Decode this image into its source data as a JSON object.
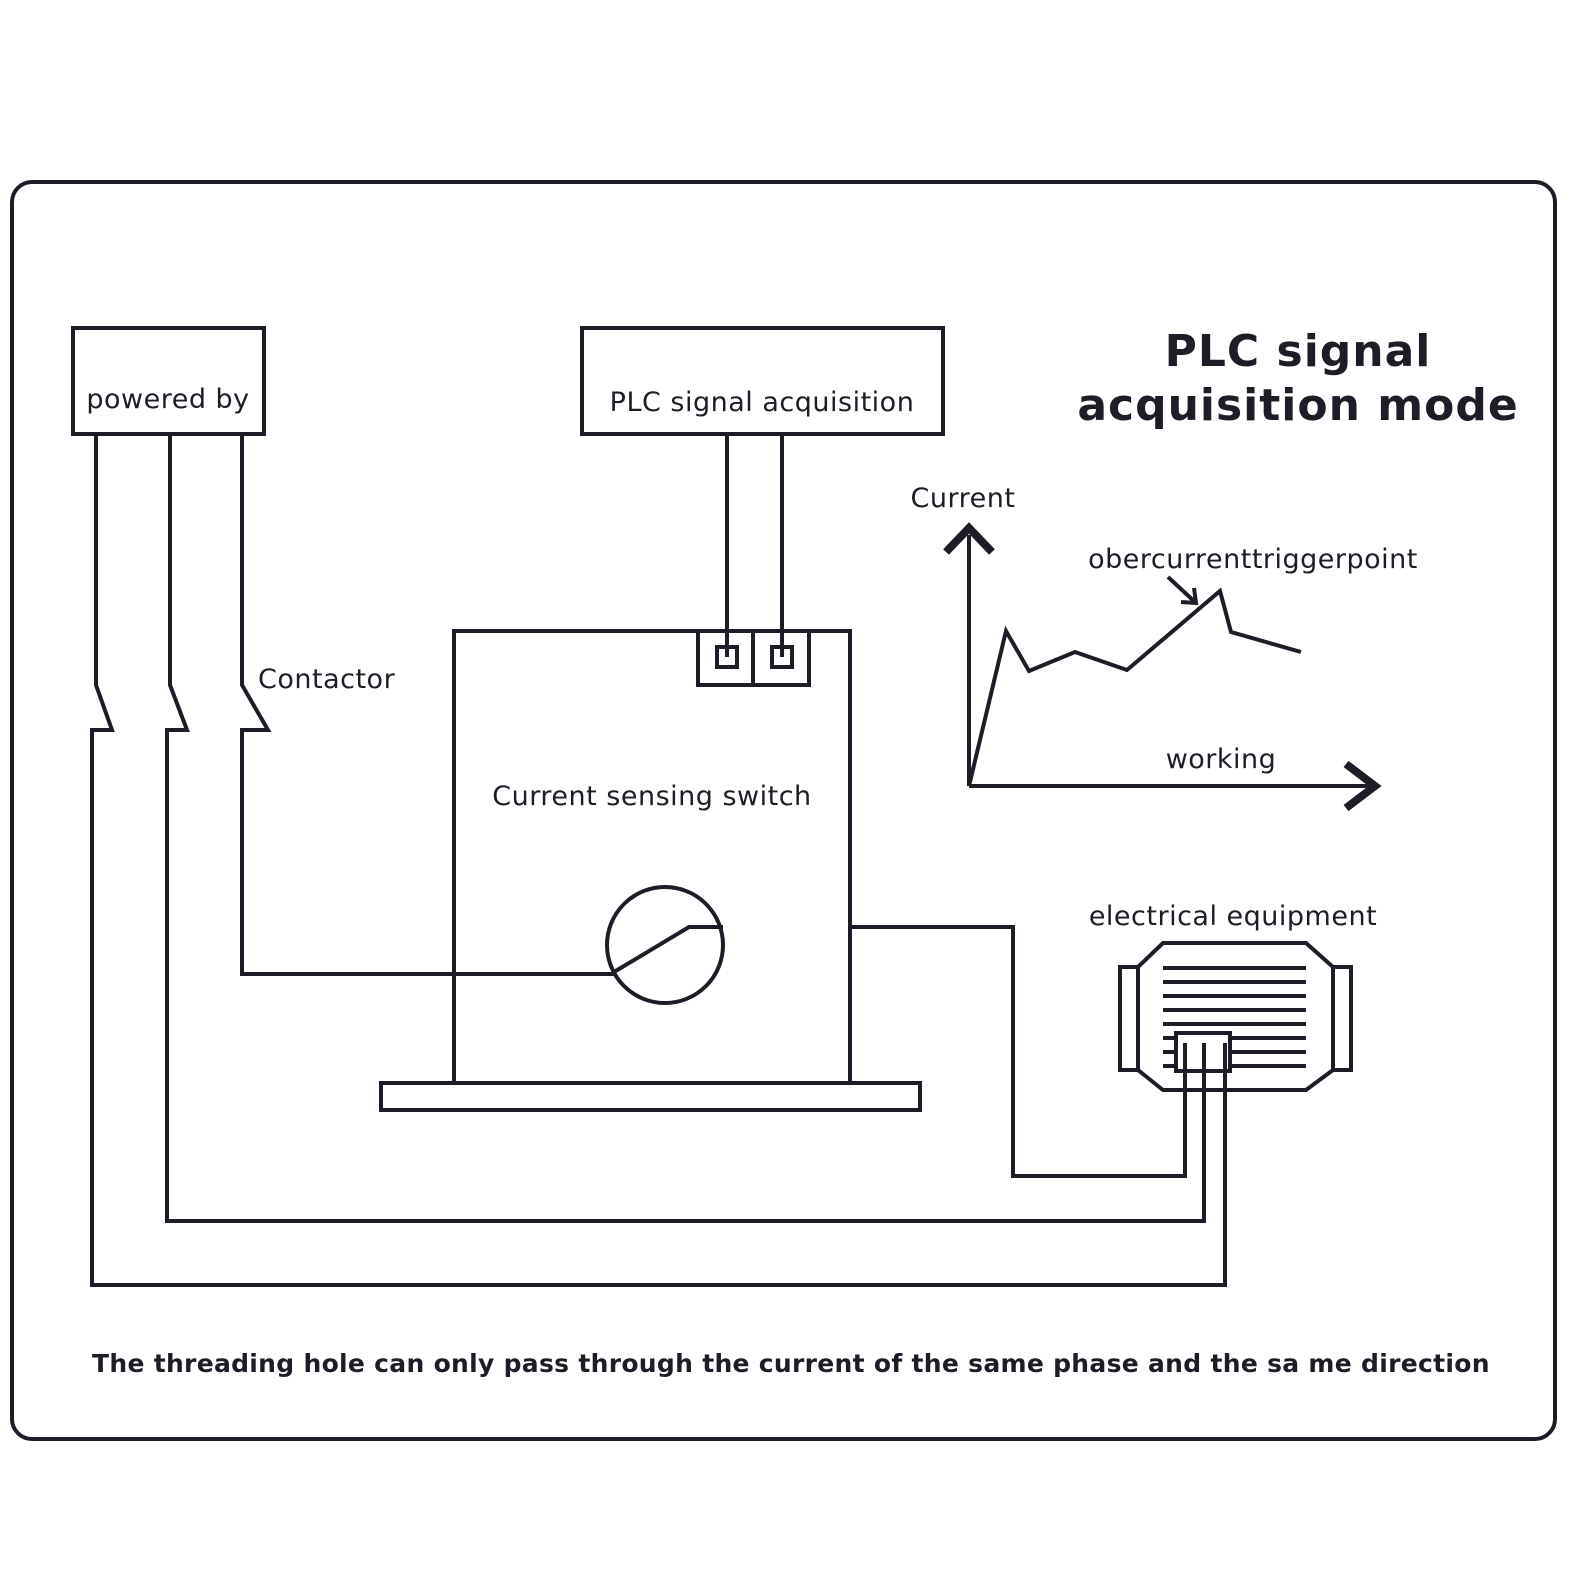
{
  "title": {
    "line1": "PLC signal",
    "line2": "acquisition mode"
  },
  "labels": {
    "power": "powered by",
    "plc": "PLC signal acquisition",
    "contactor": "Contactor",
    "switch": "Current sensing switch",
    "equipment": "electrical equipment"
  },
  "graph": {
    "y_axis": "Current",
    "x_axis": "working",
    "trigger": "obercurrenttriggerpoint"
  },
  "footnote": "The threading hole can only pass through the current of the same phase and the sa me direction"
}
